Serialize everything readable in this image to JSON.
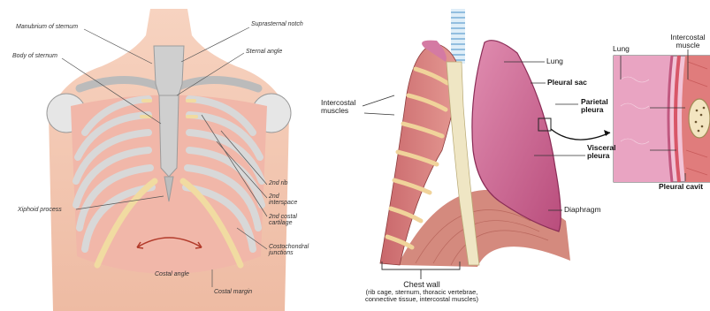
{
  "left": {
    "manubrium": "Manubrium of sternum",
    "suprasternal": "Suprasternal notch",
    "body_sternum": "Body of sternum",
    "sternal_angle": "Sternal angle",
    "rib2": "2nd rib",
    "interspace_1": "2nd",
    "interspace_2": "interspace",
    "costal_cart_1": "2nd costal",
    "costal_cart_2": "cartilage",
    "xiphoid": "Xiphoid process",
    "cj_1": "Costochondral",
    "cj_2": "junctions",
    "costal_angle": "Costal angle",
    "costal_margin": "Costal margin"
  },
  "right": {
    "intercostal_1": "Intercostal",
    "intercostal_2": "muscles",
    "lung": "Lung",
    "pleural_sac": "Pleural sac",
    "parietal_1": "Parietal",
    "parietal_2": "pleura",
    "visceral_1": "Visceral",
    "visceral_2": "pleura",
    "diaphragm": "Diaphragm",
    "chest_wall": "Chest wall",
    "chest_wall_desc_1": "(rib cage, sternum, thoracic vertebrae,",
    "chest_wall_desc_2": "connective tissue, intercostal muscles)",
    "inset_lung": "Lung",
    "inset_muscle_1": "Intercostal",
    "inset_muscle_2": "muscle",
    "pleural_cavity": "Pleural cavit"
  }
}
